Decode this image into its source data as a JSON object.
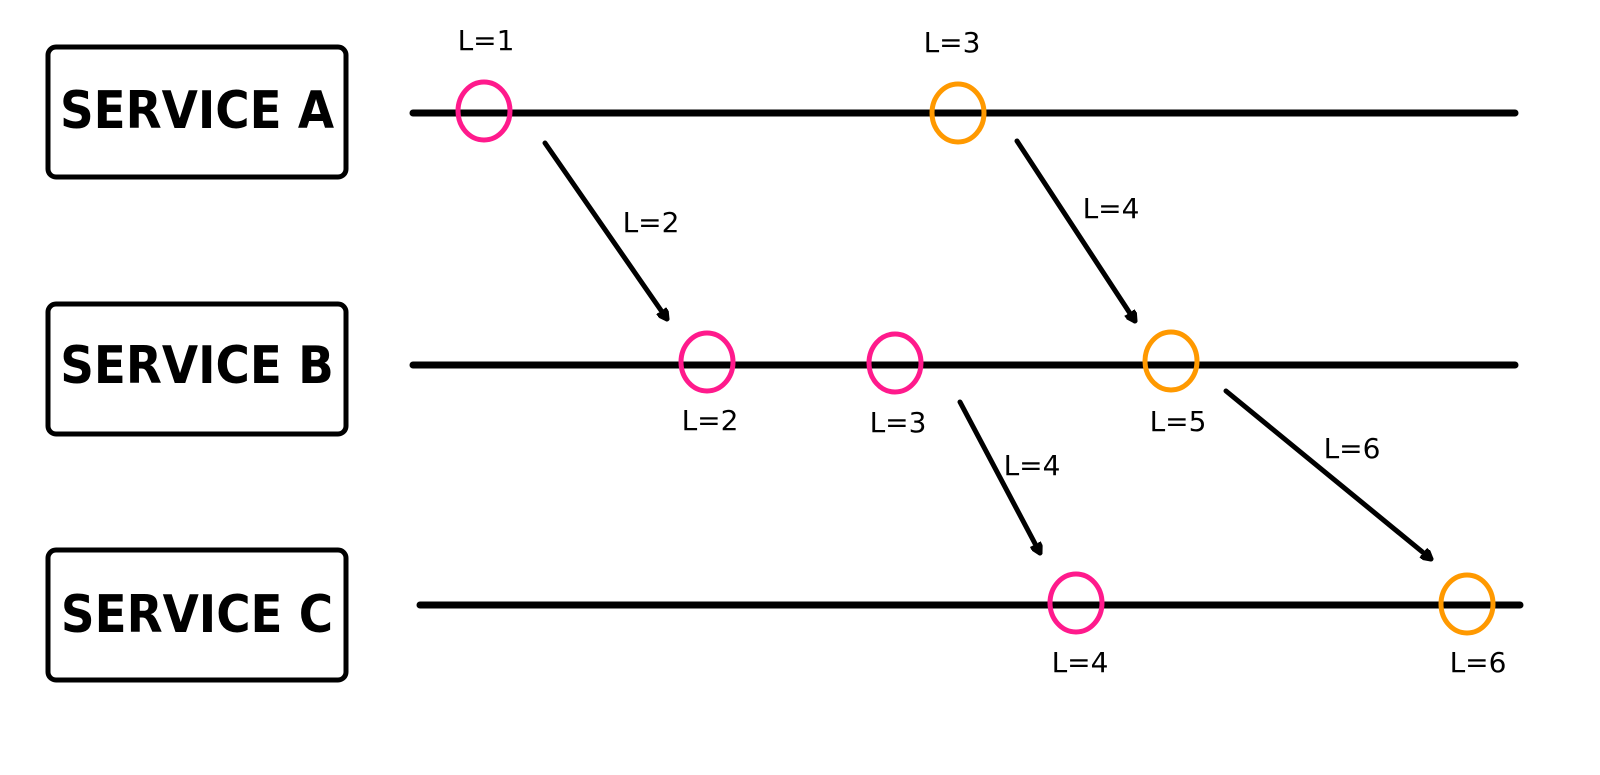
{
  "colors": {
    "pink": "#ff1a8c",
    "orange": "#ff9900",
    "ink": "#000000"
  },
  "services": [
    {
      "id": "a",
      "label": "SERVICE A"
    },
    {
      "id": "b",
      "label": "SERVICE B"
    },
    {
      "id": "c",
      "label": "SERVICE C"
    }
  ],
  "events": [
    {
      "id": "a1",
      "service": "a",
      "label": "L=1",
      "color": "pink"
    },
    {
      "id": "a3",
      "service": "a",
      "label": "L=3",
      "color": "orange"
    },
    {
      "id": "b2",
      "service": "b",
      "label": "L=2",
      "color": "pink"
    },
    {
      "id": "b3",
      "service": "b",
      "label": "L=3",
      "color": "pink"
    },
    {
      "id": "b5",
      "service": "b",
      "label": "L=5",
      "color": "orange"
    },
    {
      "id": "c4",
      "service": "c",
      "label": "L=4",
      "color": "pink"
    },
    {
      "id": "c6",
      "service": "c",
      "label": "L=6",
      "color": "orange"
    }
  ],
  "messages": [
    {
      "id": "m1",
      "from": "a1",
      "to": "b2",
      "label": "L=2"
    },
    {
      "id": "m2",
      "from": "a3",
      "to": "b5",
      "label": "L=4"
    },
    {
      "id": "m3",
      "from": "b3",
      "to": "c4",
      "label": "L=4"
    },
    {
      "id": "m4",
      "from": "b5",
      "to": "c6",
      "label": "L=6"
    }
  ]
}
